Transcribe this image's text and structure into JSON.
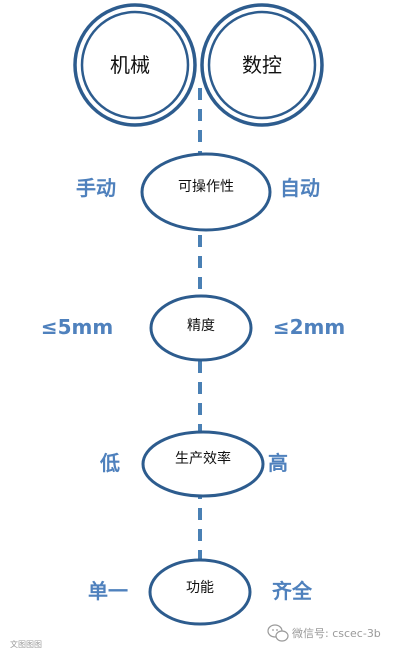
{
  "colors": {
    "ring_outer": "#2d5c8e",
    "ring_fill": "#ffffff",
    "connector": "#4a80b4",
    "side_text": "#4f81bd",
    "node_text": "#111111"
  },
  "header": {
    "left_circle": "机械",
    "right_circle": "数控"
  },
  "attributes": [
    {
      "name": "可操作性",
      "left": "手动",
      "right": "自动"
    },
    {
      "name": "精度",
      "left": "≤5mm",
      "right": "≤2mm"
    },
    {
      "name": "生产效率",
      "left": "低",
      "right": "高"
    },
    {
      "name": "功能",
      "left": "单一",
      "right": "齐全"
    }
  ],
  "watermark": {
    "left_text": "文图图图",
    "right_text": "微信号: cscec-3b",
    "icon": "wechat-icon"
  }
}
